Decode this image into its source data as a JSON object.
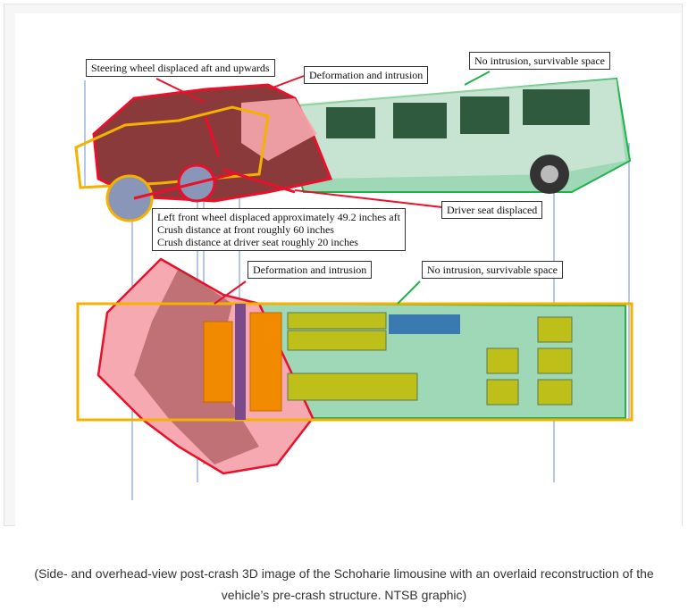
{
  "figure": {
    "labels": {
      "steering": "Steering wheel displaced aft and upwards",
      "deformation_side": "Deformation and intrusion",
      "no_intrusion_side": "No intrusion, survivable space",
      "driver_seat": "Driver seat displaced",
      "crush_lines": [
        "Left front wheel displaced approximately 49.2 inches aft",
        "Crush distance at front roughly 60 inches",
        "Crush distance at driver seat roughly 20 inches"
      ],
      "deformation_top": "Deformation and intrusion",
      "no_intrusion_top": "No intrusion, survivable space"
    },
    "colors": {
      "crush": "#e8102a",
      "survivable": "#1fb24a",
      "structure": "#f5b100",
      "seats": "#bfbf1a"
    }
  },
  "caption": {
    "line1": "(Side- and overhead-view post-crash 3D image of the Schoharie limousine with an overlaid reconstruction of the",
    "line2": "vehicle’s pre-crash structure. NTSB graphic)"
  }
}
